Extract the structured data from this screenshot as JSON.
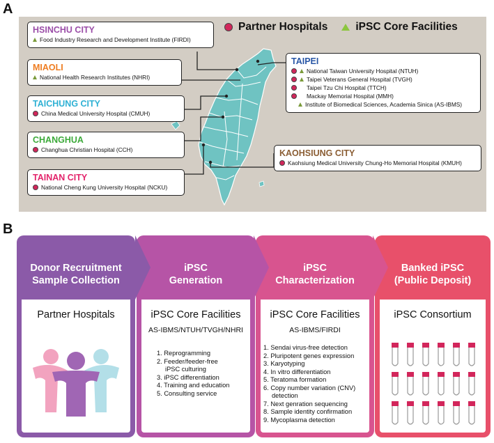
{
  "panel_a_label": "A",
  "panel_b_label": "B",
  "legend": {
    "partner": "Partner Hospitals",
    "core": "iPSC Core Facilities"
  },
  "cities": {
    "hsinchu": {
      "name": "HSINCHU CITY",
      "color": "#9b4ea8",
      "items": [
        {
          "marker": "triangle",
          "text": "Food Industry Research and Development Institute (FIRDI)"
        }
      ]
    },
    "miaoli": {
      "name": "MIAOLI",
      "color": "#ee7d22",
      "items": [
        {
          "marker": "triangle",
          "text": "National Health Research Institutes (NHRI)"
        }
      ]
    },
    "taichung": {
      "name": "TAICHUNG CITY",
      "color": "#2fb1d4",
      "items": [
        {
          "marker": "circle",
          "text": "China Medical University Hospital (CMUH)"
        }
      ]
    },
    "changhua": {
      "name": "CHANGHUA",
      "color": "#3daa3a",
      "items": [
        {
          "marker": "circle",
          "text": "Changhua Christian Hospital (CCH)"
        }
      ]
    },
    "tainan": {
      "name": "TAINAN CITY",
      "color": "#e3246b",
      "items": [
        {
          "marker": "circle",
          "text": "National Cheng Kung University Hospital (NCKU)"
        }
      ]
    },
    "taipei": {
      "name": "TAIPEI",
      "color": "#2957a6",
      "items": [
        {
          "marker": "both",
          "text": "National Taiwan University Hospital (NTUH)"
        },
        {
          "marker": "both",
          "text": "Taipei Veterans General Hospital (TVGH)"
        },
        {
          "marker": "circle",
          "text": "Taipei Tzu Chi Hospital (TTCH)"
        },
        {
          "marker": "circle",
          "text": "Mackay Memorial Hospital (MMH)"
        },
        {
          "marker": "triangle-indent",
          "text": "Institute of Biomedical Sciences, Academia Sinica (AS-IBMS)"
        }
      ]
    },
    "kaohsiung": {
      "name": "KAOHSIUNG CITY",
      "color": "#8b5e34",
      "items": [
        {
          "marker": "circle",
          "text": "Kaohsiung Medical University Chung-Ho Memorial Hospital (KMUH)"
        }
      ]
    }
  },
  "colors": {
    "map_bg": "#d3cdc4",
    "island": "#6fc3c2",
    "partner_dot": "#d2265b",
    "core_triangle": "#8cc63f"
  },
  "stages": [
    {
      "title1": "Donor Recruitment",
      "title2": "Sample Collection",
      "facility": "Partner Hospitals",
      "color": "#8b5aa8"
    },
    {
      "title1": "iPSC",
      "title2": "Generation",
      "facility": "iPSC Core Facilities",
      "subtitle": "AS-IBMS/NTUH/TVGH/NHRI",
      "color": "#b654a6",
      "items": [
        "1. Reprogramming",
        "2. Feeder/feeder-free",
        "    iPSC culturing",
        "3. iPSC differentiation",
        "4. Training and education",
        "5. Consulting service"
      ]
    },
    {
      "title1": "iPSC",
      "title2": "Characterization",
      "facility": "iPSC Core Facilities",
      "subtitle": "AS-IBMS/FIRDI",
      "color": "#d8548f",
      "items": [
        "1. Sendai virus-free detection",
        "2. Pluripotent genes expression",
        "3. Karyotyping",
        "4. In vitro differentiation",
        "5. Teratoma formation",
        "6. Copy number variation (CNV)",
        "    detection",
        "7. Next genration sequencing",
        "8. Sample identity confirmation",
        "9. Mycoplasma detection"
      ]
    },
    {
      "title1": "Banked iPSC",
      "title2": "(Public Deposit)",
      "facility": "iPSC Consortium",
      "color": "#e8506a"
    }
  ]
}
